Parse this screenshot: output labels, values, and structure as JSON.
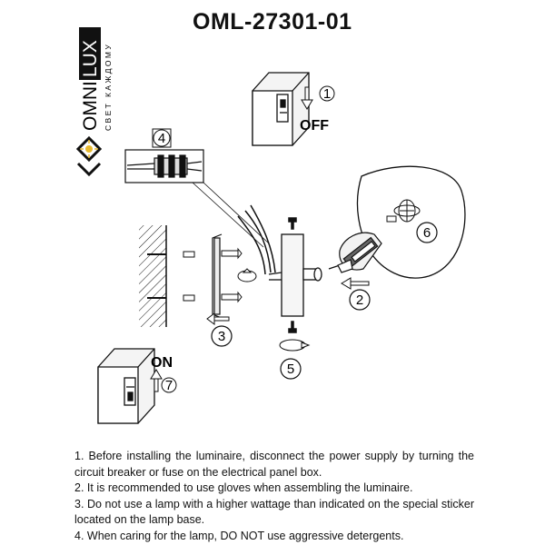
{
  "brand": {
    "name_part1": "OMNI",
    "name_part2": "LUX",
    "tagline": "СВЕТ КАЖДОМУ"
  },
  "title": "OML-27301-01",
  "labels": {
    "off": "OFF",
    "on": "ON"
  },
  "steps": [
    "1",
    "2",
    "3",
    "4",
    "5",
    "6",
    "7"
  ],
  "instructions": [
    "1. Before installing the luminaire, disconnect the power supply by turning the circuit breaker or fuse on the electrical panel box.",
    "2. It is recommended to use gloves when assembling the luminaire.",
    "3. Do not use a lamp with a higher wattage than indicated on the special sticker located on the lamp base.",
    "4. When caring for the lamp, DO NOT use aggressive detergents."
  ]
}
